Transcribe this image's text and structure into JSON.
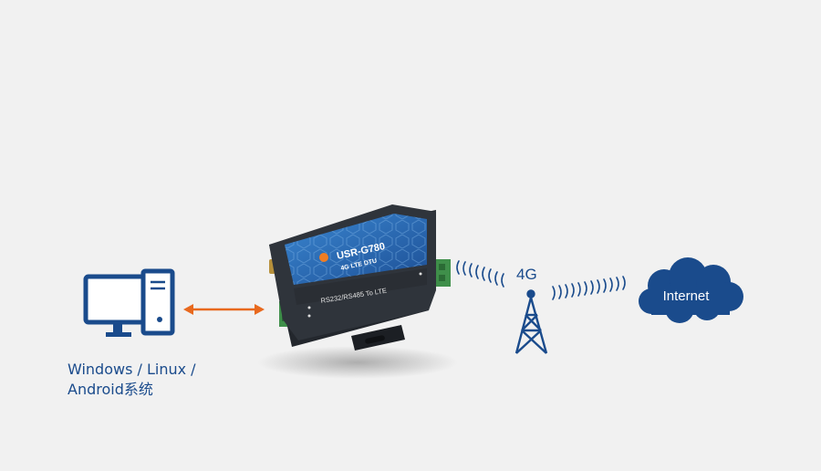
{
  "pc": {
    "caption_line1": "Windows / Linux /",
    "caption_line2": "Android系统",
    "icon": "desktop-computer-icon"
  },
  "device": {
    "model": "USR-G780",
    "subtitle": "4G LTE DTU",
    "front_label": "RS232/RS485 To LTE"
  },
  "network": {
    "label": "4G",
    "tower_icon": "cell-tower-icon"
  },
  "cloud": {
    "label": "Internet",
    "icon": "cloud-icon"
  },
  "colors": {
    "primary": "#1a4b8c",
    "arrow": "#e8691e",
    "background": "#f1f1f1",
    "device_body": "#2b2f36",
    "device_panel": "#1f5fa8"
  }
}
